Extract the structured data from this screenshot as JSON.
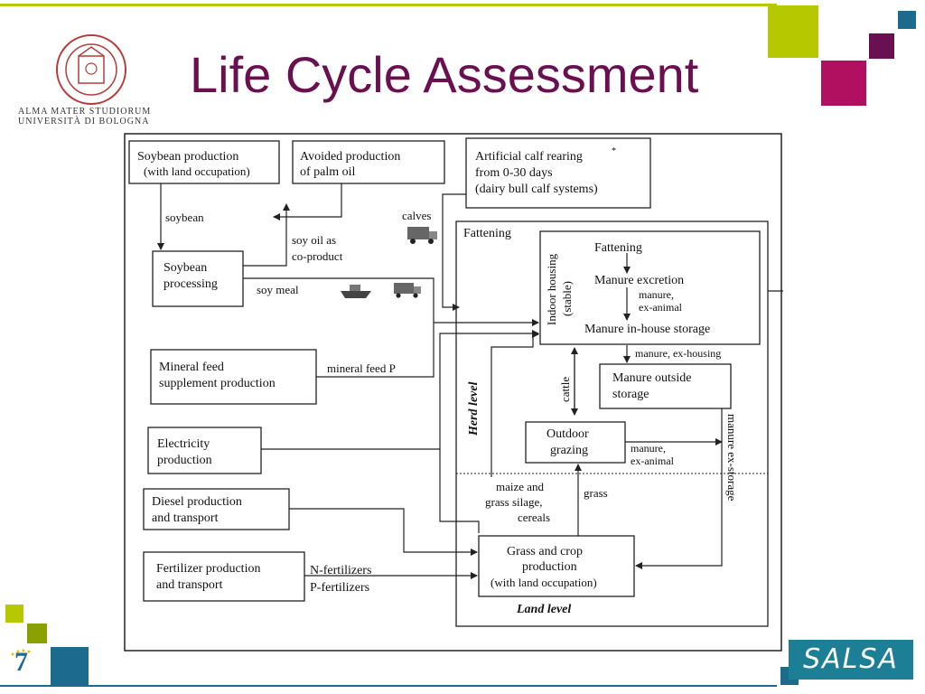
{
  "slide": {
    "title": "Life Cycle Assessment",
    "university_line1": "ALMA MATER STUDIORUM",
    "university_line2": "UNIVERSITÀ DI BOLOGNA",
    "project_logo": "SALSA",
    "colors": {
      "title": "#6a1050",
      "lime": "#b5c800",
      "magenta": "#b0105f",
      "plum": "#6a1050",
      "teal": "#1c6b8f",
      "seal": "#b83a3a"
    }
  },
  "diagram": {
    "boxes": {
      "soybean_production": [
        "Soybean production",
        "(with land occupation)"
      ],
      "avoided_palm_oil": [
        "Avoided production",
        "of palm oil"
      ],
      "calf_rearing": [
        "Artificial calf rearing",
        "from 0-30 days",
        "(dairy bull calf systems)"
      ],
      "calf_rearing_mark": "*",
      "soybean_processing": [
        "Soybean",
        "processing"
      ],
      "mineral_feed": [
        "Mineral feed",
        "supplement production"
      ],
      "electricity": [
        "Electricity",
        "production"
      ],
      "diesel": [
        "Diesel production",
        "and transport"
      ],
      "fertilizer": [
        "Fertilizer production",
        "and transport"
      ],
      "fattening_group": "Fattening",
      "indoor_housing": [
        "Indoor housing",
        "(stable)"
      ],
      "indoor_fattening": "Fattening",
      "manure_excretion": "Manure excretion",
      "manure_inhouse_storage": "Manure in-house storage",
      "manure_outside_storage": [
        "Manure outside",
        "storage"
      ],
      "outdoor_grazing": [
        "Outdoor",
        "grazing"
      ],
      "grass_crop": [
        "Grass and crop",
        "production",
        "(with land occupation)"
      ]
    },
    "labels": {
      "soybean": "soybean",
      "soy_oil": [
        "soy oil as",
        "co-product"
      ],
      "soy_meal": "soy meal",
      "calves": "calves",
      "mineral_feed_p": "mineral feed P",
      "manure_ex_animal_1": [
        "manure,",
        "ex-animal"
      ],
      "manure_ex_housing": "manure, ex-housing",
      "cattle": "cattle",
      "manure_ex_animal_2": [
        "manure,",
        "ex-animal"
      ],
      "manure_ex_storage": "manure ex-storage",
      "maize": [
        "maize and",
        "grass silage,",
        "cereals"
      ],
      "grass": "grass",
      "n_fert": "N-fertilizers",
      "p_fert": "P-fertilizers",
      "herd_level": "Herd level",
      "land_level": "Land level"
    }
  }
}
